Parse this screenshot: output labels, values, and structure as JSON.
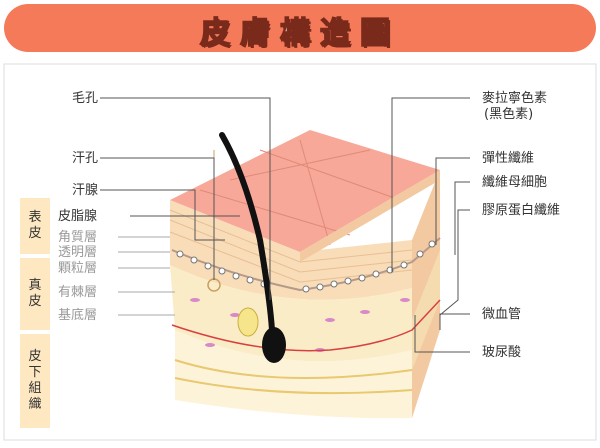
{
  "title": "皮膚構造圖",
  "labels": {
    "hair": "毛孔",
    "sweat_pore": "汗孔",
    "sweat_gland": "汗腺",
    "sebaceous_gland": "皮脂腺",
    "stratum_corneum": "角質層",
    "stratum_lucidum": "透明層",
    "stratum_granulosum": "顆粒層",
    "stratum_spinosum": "有棘層",
    "stratum_basale": "基底層",
    "melanin_line1": "麥拉寧色素",
    "melanin_line2": "(黑色素)",
    "elastic_fiber": "彈性纖維",
    "fibroblast": "纖維母細胞",
    "collagen_fiber": "膠原蛋白纖維",
    "capillary": "微血管",
    "hyaluronic_acid": "玻尿酸"
  },
  "sidebar": {
    "epidermis": "表皮",
    "dermis": "真皮",
    "subcutis": "皮下組織"
  },
  "colors": {
    "banner": "#f57a5a",
    "sidebar": "#fde8c2",
    "skin_top": "#f7a898",
    "epidermis": "#f9dcb8",
    "dermis": "#fbecc8",
    "subcutis": "#fdf3d8"
  }
}
